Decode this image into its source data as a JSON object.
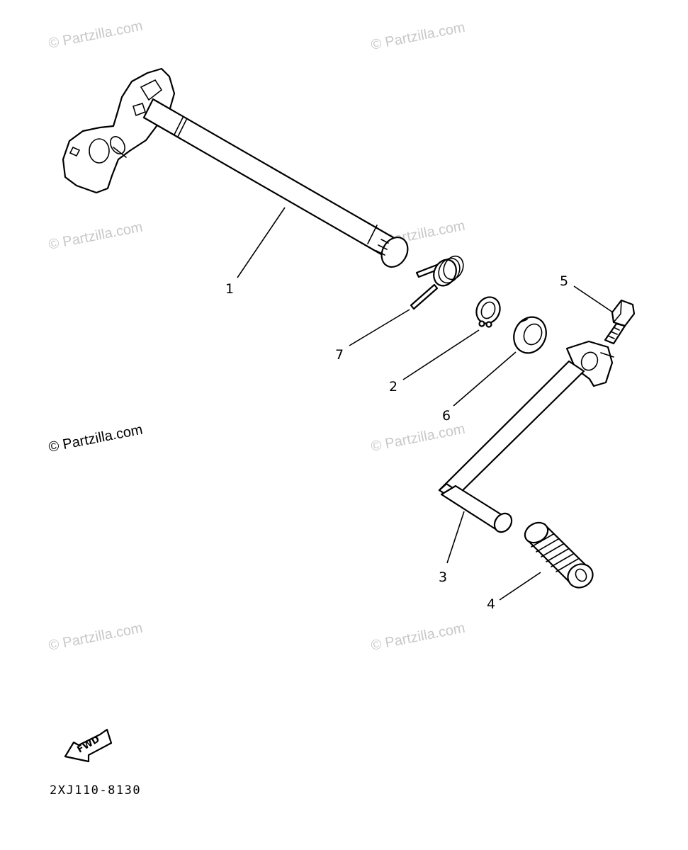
{
  "watermark": {
    "text": "© Partzilla.com"
  },
  "callouts": {
    "c1": "1",
    "c2": "2",
    "c3": "3",
    "c4": "4",
    "c5": "5",
    "c6": "6",
    "c7": "7"
  },
  "fwd_label": "FWD",
  "diagram_code": "2XJ110-8130",
  "colors": {
    "line": "#000000",
    "watermark": "#c8c8c8",
    "background": "#ffffff"
  }
}
